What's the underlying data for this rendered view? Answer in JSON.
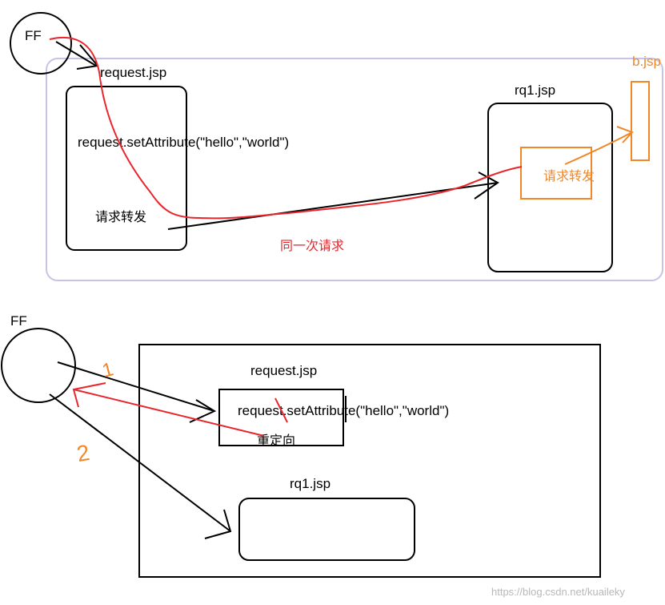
{
  "colors": {
    "ink": "#000000",
    "red": "#e8262c",
    "orange": "#f0882a",
    "frame": "#c8c3e4",
    "watermark": "#b8b8b8"
  },
  "top": {
    "client": "FF",
    "request_jsp": "request.jsp",
    "set_attribute": "request.setAttribute(\"hello\",\"world\")",
    "forward_label": "请求转发",
    "rq1_jsp": "rq1.jsp",
    "b_jsp": "b.jsp",
    "forward_label_2": "请求转发",
    "same_request": "同一次请求"
  },
  "bottom": {
    "client": "FF",
    "request_jsp": "request.jsp",
    "set_attribute": "request.setAttribute(\"hello\",\"world\")",
    "redirect_label": "重定向",
    "rq1_jsp": "rq1.jsp",
    "step_1": "1",
    "step_2": "2"
  },
  "watermark": "https://blog.csdn.net/kuaileky"
}
